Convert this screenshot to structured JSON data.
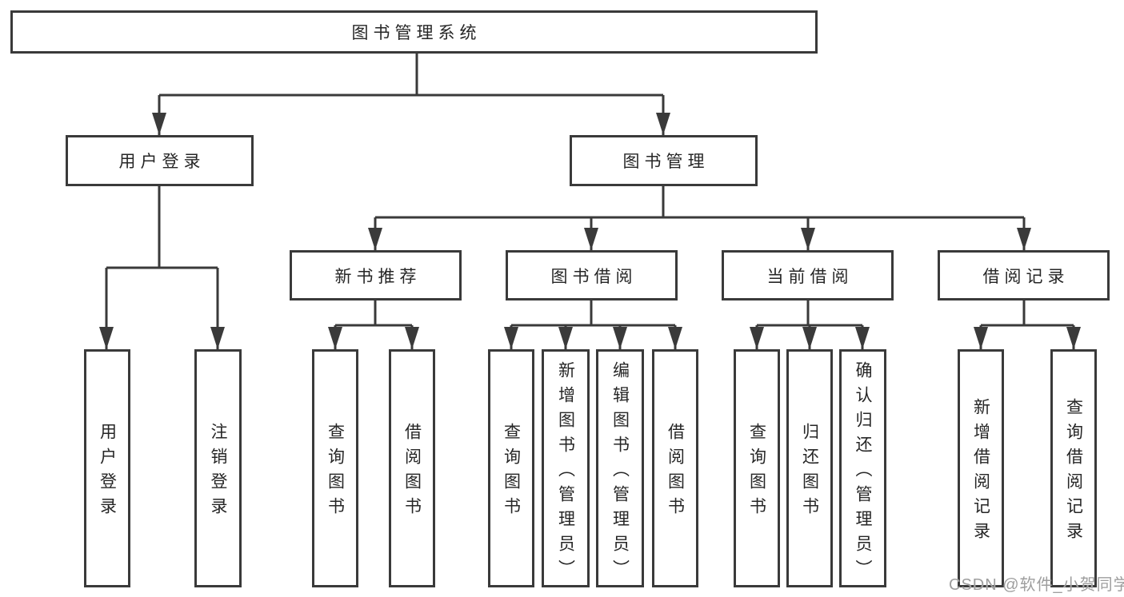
{
  "colors": {
    "line": "#3a3a3a",
    "text": "#262626",
    "box_bg": "#ffffff",
    "background": "#ffffff",
    "watermark": "#9e9e9e"
  },
  "diagram": {
    "root": {
      "label": "图书管理系统",
      "children": [
        {
          "label": "用户登录",
          "children": [
            {
              "label": "用户登录"
            },
            {
              "label": "注销登录"
            }
          ]
        },
        {
          "label": "图书管理",
          "children": [
            {
              "label": "新书推荐",
              "children": [
                {
                  "label": "查询图书"
                },
                {
                  "label": "借阅图书"
                }
              ]
            },
            {
              "label": "图书借阅",
              "children": [
                {
                  "label": "查询图书"
                },
                {
                  "label": "新增图书（管理员）"
                },
                {
                  "label": "编辑图书（管理员）"
                },
                {
                  "label": "借阅图书"
                }
              ]
            },
            {
              "label": "当前借阅",
              "children": [
                {
                  "label": "查询图书"
                },
                {
                  "label": "归还图书"
                },
                {
                  "label": "确认归还（管理员）"
                }
              ]
            },
            {
              "label": "借阅记录",
              "children": [
                {
                  "label": "新增借阅记录"
                },
                {
                  "label": "查询借阅记录"
                }
              ]
            }
          ]
        }
      ]
    }
  },
  "watermark": {
    "text": "CSDN @软件_小贺同学"
  }
}
